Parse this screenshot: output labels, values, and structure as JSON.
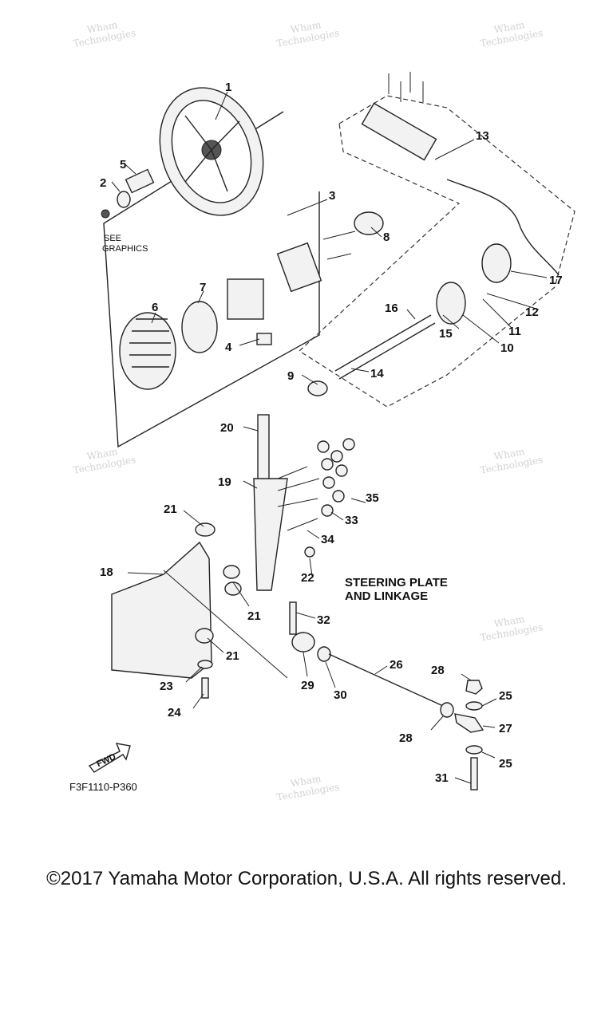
{
  "watermark": {
    "line1": "Wham",
    "line2": "Technologies"
  },
  "callouts": [
    "1",
    "2",
    "3",
    "4",
    "5",
    "6",
    "7",
    "8",
    "9",
    "10",
    "11",
    "12",
    "13",
    "14",
    "15",
    "16",
    "17",
    "18",
    "19",
    "20",
    "21",
    "22",
    "23",
    "24",
    "25",
    "26",
    "27",
    "28",
    "29",
    "30",
    "31",
    "32",
    "33",
    "34",
    "35"
  ],
  "labels": {
    "see_graphics_line1": "SEE",
    "see_graphics_line2": "GRAPHICS",
    "section_title_line1": "STEERING PLATE",
    "section_title_line2": "AND LINKAGE",
    "fwd": "FWD",
    "diagram_code": "F3F1110-P360"
  },
  "footer": {
    "copyright": "©2017 Yamaha Motor Corporation, U.S.A. All rights reserved."
  }
}
